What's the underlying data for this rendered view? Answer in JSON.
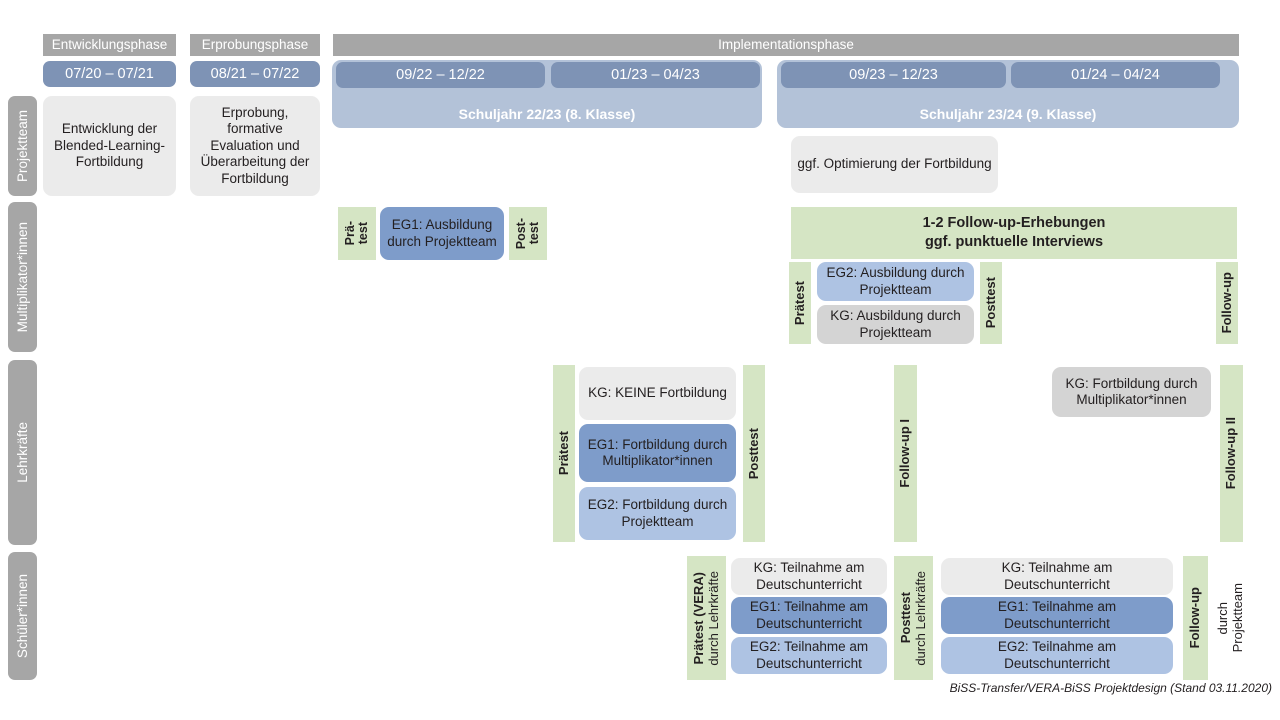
{
  "document": {
    "footer": "BiSS-Transfer/VERA-BiSS Projektdesign (Stand 03.11.2020)"
  },
  "colors": {
    "grey_header": "#a6a6a6",
    "period_blue": "#7e93b5",
    "schoolyear_blue": "#b3c2d8",
    "card_grey": "#ebebeb",
    "card_grey_dark": "#d4d4d4",
    "eg1_blue": "#7e9cca",
    "eg2_blue": "#aec3e3",
    "test_green": "#d5e5c4"
  },
  "phases": [
    {
      "label": "Entwicklungsphase",
      "period": "07/20 – 07/21"
    },
    {
      "label": "Erprobungsphase",
      "period": "08/21 – 07/22"
    },
    {
      "label": "Implementationsphase",
      "period": ""
    }
  ],
  "implementation_periods": [
    "09/22 – 12/22",
    "01/23 – 04/23",
    "09/23 – 12/23",
    "01/24 – 04/24"
  ],
  "school_years": [
    "Schuljahr 22/23 (8. Klasse)",
    "Schuljahr 23/24 (9. Klasse)"
  ],
  "row_labels": [
    "Projektteam",
    "Multiplikator*innen",
    "Lehrkräfte",
    "Schüler*innen"
  ],
  "rows": {
    "projektteam": {
      "entwicklung": "Entwicklung der Blended-Learning-Fortbildung",
      "erprobung": "Erprobung, formative Evaluation und Überarbeitung der Fortbildung",
      "optimierung": "ggf. Optimierung der Fortbildung"
    },
    "multiplikator": {
      "praetest_1_line1": "Prä-",
      "praetest_1_line2": "test",
      "eg1": "EG1: Ausbildung durch Projektteam",
      "posttest_1_line1": "Post-",
      "posttest_1_line2": "test",
      "followup_banner_line1": "1-2 Follow-up-Erhebungen",
      "followup_banner_line2": "ggf. punktuelle Interviews",
      "praetest_2": "Prätest",
      "eg2": "EG2: Ausbildung durch Projektteam",
      "kg": "KG: Ausbildung durch Projektteam",
      "posttest_2": "Posttest",
      "followup": "Follow-up"
    },
    "lehrkraefte": {
      "praetest": "Prätest",
      "kg": "KG:  KEINE Fortbildung",
      "eg1": "EG1: Fortbildung durch Multiplikator*innen",
      "eg2": "EG2: Fortbildung durch Projektteam",
      "posttest": "Posttest",
      "followup_1": "Follow-up I",
      "kg_2": "KG: Fortbildung durch Multiplikator*innen",
      "followup_2": "Follow-up II"
    },
    "schueler": {
      "praetest_bold": "Prätest (VERA)",
      "praetest_sub": "durch Lehrkräfte",
      "kg_1": "KG: Teilnahme am Deutschunterricht",
      "eg1_1": "EG1: Teilnahme am Deutschunterricht",
      "eg2_1": "EG2: Teilnahme am Deutschunterricht",
      "posttest_bold": "Posttest",
      "posttest_sub": "durch Lehrkräfte",
      "kg_2": "KG: Teilnahme am Deutschunterricht",
      "eg1_2": "EG1: Teilnahme am Deutschunterricht",
      "eg2_2": "EG2: Teilnahme am Deutschunterricht",
      "followup_bold": "Follow-up",
      "followup_sub1": "durch",
      "followup_sub2": "Projektteam"
    }
  }
}
